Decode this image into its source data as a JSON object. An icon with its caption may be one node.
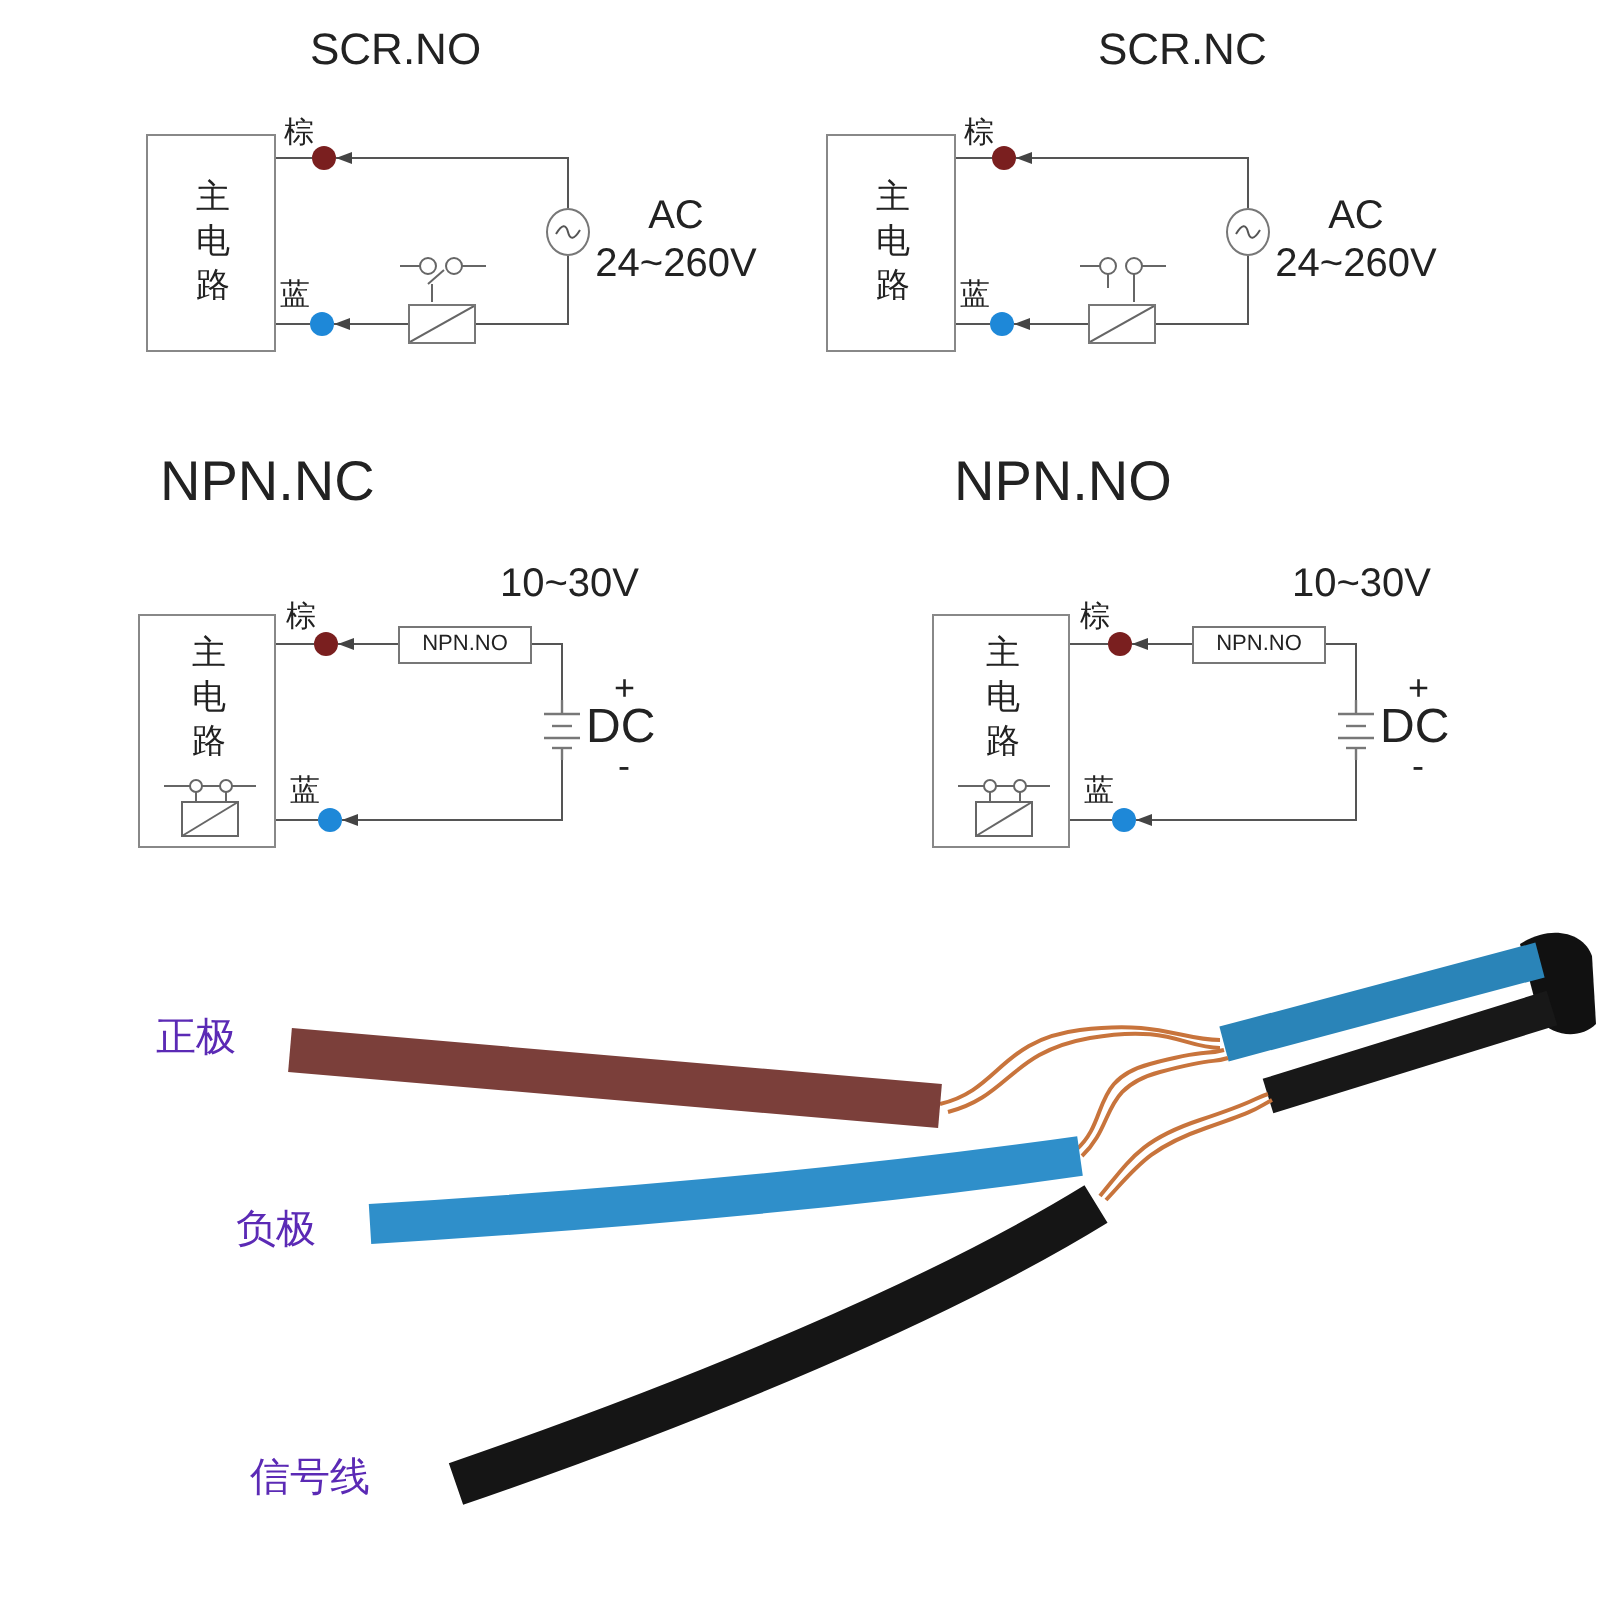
{
  "diagram": {
    "nodes": [
      {
        "text": [
          "主电路"
        ]
      },
      {
        "text": [],
        "shape": "circle",
        "beside": [
          "棕"
        ]
      },
      {
        "text": [],
        "shape": "circle",
        "beside": [
          "蓝"
        ]
      },
      {
        "text": [],
        "shape": "circle"
      },
      {
        "text": [],
        "shape": "box"
      },
      {
        "text": [
          "主电路"
        ]
      },
      {
        "text": [],
        "shape": "circle",
        "beside": [
          "棕"
        ]
      },
      {
        "text": [],
        "shape": "circle",
        "beside": [
          "蓝"
        ]
      },
      {
        "text": [],
        "shape": "circle"
      },
      {
        "text": [],
        "shape": "box"
      },
      {
        "text": [
          "主电路"
        ]
      },
      {
        "text": [],
        "shape": "circle",
        "beside": [
          "棕"
        ]
      },
      {
        "text": [],
        "shape": "circle",
        "beside": [
          "蓝"
        ]
      },
      {
        "text": [
          "NPN.NO"
        ]
      },
      {
        "text": [],
        "shape": "battery"
      },
      {
        "text": [
          "主电路"
        ]
      },
      {
        "text": [],
        "shape": "circle",
        "beside": [
          "棕"
        ]
      },
      {
        "text": [],
        "shape": "circle",
        "beside": [
          "蓝"
        ]
      },
      {
        "text": [
          "NPN.NO"
        ]
      },
      {
        "text": [],
        "shape": "battery"
      }
    ],
    "edges": [
      {
        "from": 0,
        "to": 1,
        "arrow": "none"
      },
      {
        "from": 3,
        "to": 1,
        "arrow": "to"
      },
      {
        "from": 3,
        "to": 4,
        "arrow": "none"
      },
      {
        "from": 4,
        "to": 2,
        "arrow": "to"
      },
      {
        "from": 0,
        "to": 2,
        "arrow": "none"
      },
      {
        "from": 5,
        "to": 6,
        "arrow": "none"
      },
      {
        "from": 8,
        "to": 6,
        "arrow": "to"
      },
      {
        "from": 8,
        "to": 9,
        "arrow": "none"
      },
      {
        "from": 9,
        "to": 7,
        "arrow": "to"
      },
      {
        "from": 5,
        "to": 7,
        "arrow": "none"
      },
      {
        "from": 10,
        "to": 11,
        "arrow": "none"
      },
      {
        "from": 13,
        "to": 11,
        "arrow": "to"
      },
      {
        "from": 14,
        "to": 13,
        "arrow": "none"
      },
      {
        "from": 14,
        "to": 12,
        "arrow": "to"
      },
      {
        "from": 10,
        "to": 12,
        "arrow": "none"
      },
      {
        "from": 15,
        "to": 16,
        "arrow": "none"
      },
      {
        "from": 18,
        "to": 16,
        "arrow": "to"
      },
      {
        "from": 19,
        "to": 18,
        "arrow": "none"
      },
      {
        "from": 19,
        "to": 17,
        "arrow": "to"
      },
      {
        "from": 15,
        "to": 17,
        "arrow": "none"
      }
    ],
    "labels": [
      "SCR.NO",
      "AC 24~260V",
      "SCR.NC",
      "AC 24~260V",
      "NPN.NC",
      "10~30V",
      "+",
      "DC",
      "-",
      "NPN.NO",
      "10~30V",
      "+",
      "DC",
      "-",
      "正极",
      "负极",
      "信号线"
    ]
  }
}
